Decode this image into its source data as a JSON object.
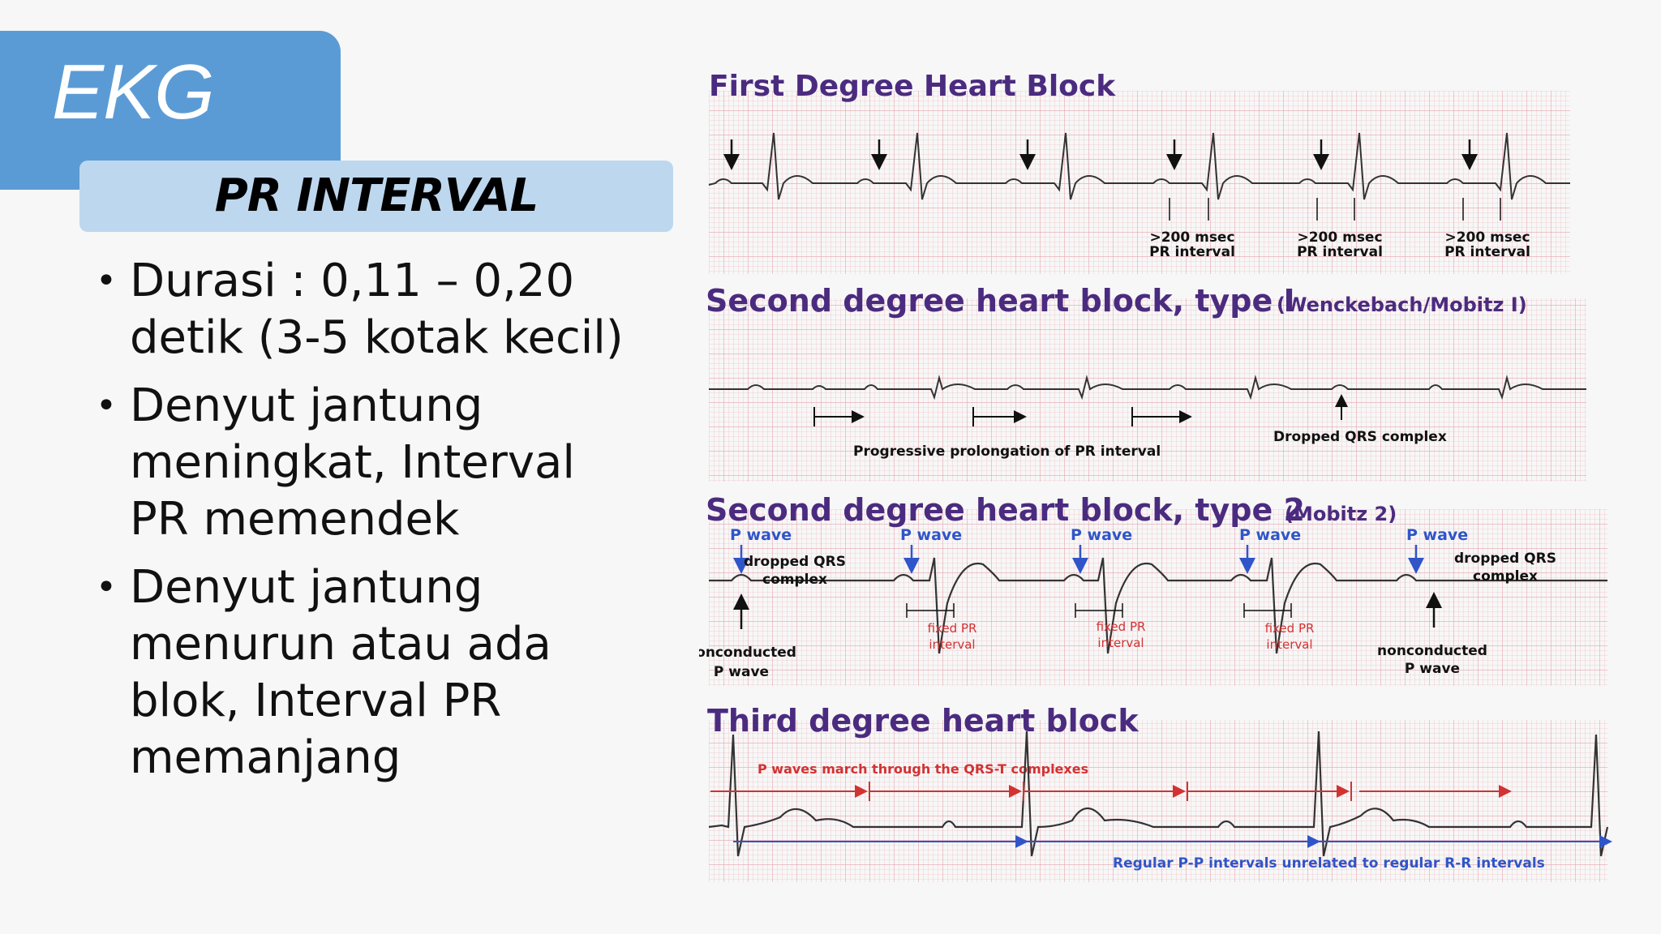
{
  "slide": {
    "title": "EKG",
    "subtitle": "PR INTERVAL",
    "bullets": [
      {
        "line1": "Durasi : 0,11 – 0,20",
        "line2": "detik (3-5 kotak kecil)",
        "line3": "",
        "line4": ""
      },
      {
        "line1": "Denyut jantung",
        "line2": "meningkat, Interval",
        "line3": "PR memendek",
        "line4": ""
      },
      {
        "line1": "Denyut jantung",
        "line2": "menurun atau ada",
        "line3": "blok, Interval PR",
        "line4": "memanjang"
      }
    ]
  },
  "strips": {
    "first": {
      "title": "First Degree Heart Block",
      "labels": [
        {
          "line1": ">200 msec",
          "line2": "PR interval"
        },
        {
          "line1": ">200 msec",
          "line2": "PR interval"
        },
        {
          "line1": ">200 msec",
          "line2": "PR interval"
        }
      ]
    },
    "second1": {
      "title": "Second degree heart block, type I",
      "subtitle": "(Wenckebach/Mobitz I)",
      "prolong_label": "Progressive prolongation of PR interval",
      "dropped_label": "Dropped QRS complex"
    },
    "second2": {
      "title": "Second degree heart block, type 2",
      "subtitle": "(Mobitz 2)",
      "p_wave": "P wave",
      "dropped": {
        "line1": "dropped QRS",
        "line2": "complex"
      },
      "nonconducted": {
        "line1": "nonconducted",
        "line2": "P wave"
      },
      "fixed": {
        "line1": "fixed PR",
        "line2": "interval"
      }
    },
    "third": {
      "title": "Third degree heart block",
      "p_march": "P waves march through the QRS-T complexes",
      "regular": "Regular P-P intervals unrelated to regular R-R intervals"
    }
  },
  "colors": {
    "title_box": "#5b9bd5",
    "subtitle_box": "#bdd7ee",
    "strip_title": "#4b2b7f",
    "grid": "#e6a4ad",
    "p_label": "#2f55c8",
    "annotation": "#d23232"
  }
}
